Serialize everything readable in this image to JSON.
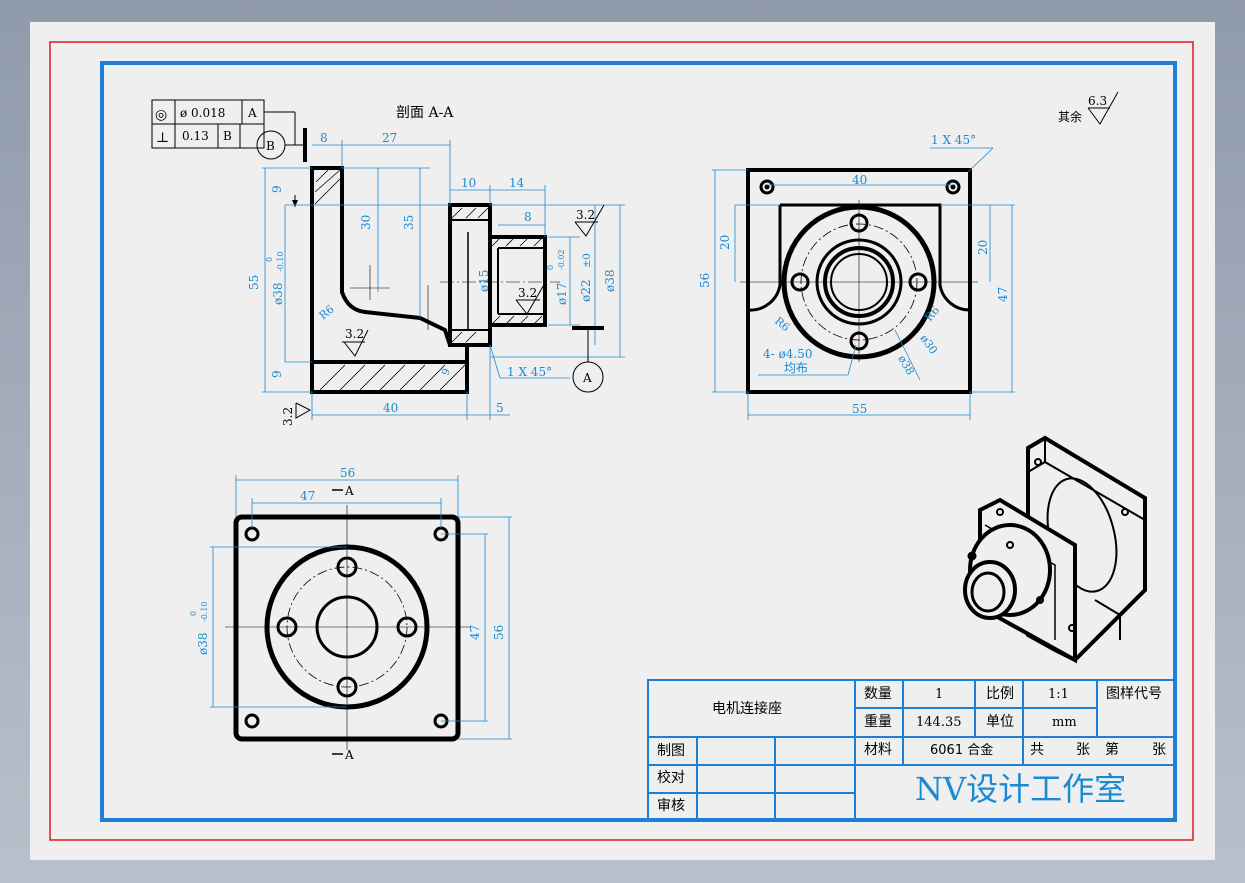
{
  "colors": {
    "paper": "#efefef",
    "frame_red": "#e01818",
    "frame_blue": "#1f7fd6",
    "dim": "#1a8ad4",
    "line": "#000000"
  },
  "section_label": "剖面 A-A",
  "fcf": {
    "row1": {
      "sym": "◎",
      "tol": "ø 0.018",
      "datum": "A"
    },
    "row2": {
      "sym": "⊥",
      "tol": "0.13",
      "datum": "B"
    }
  },
  "datum_b": "B",
  "datum_a": "A",
  "roughness": {
    "rest_label": "其余",
    "rest_value": "6.3",
    "val": "3.2"
  },
  "section_dims": {
    "d8": "8",
    "d27": "27",
    "d9": "9",
    "d55": "55",
    "d38": "ø38",
    "d38_tol_upper": "0",
    "d38_tol_lower": "-0.10",
    "d30": "30",
    "d35": "35",
    "d10": "10",
    "d14": "14",
    "d8b": "8",
    "d15": "ø15",
    "d17": "ø17",
    "d17_tol_upper": "0",
    "d17_tol_lower": "-0.02",
    "d22": "ø22",
    "d22_tol": "±0",
    "d38b": "ø38",
    "r6": "R6",
    "d9b": "9",
    "d40": "40",
    "d5": "5",
    "chamfer": "1 X 45°",
    "d9c": "9"
  },
  "front_dims": {
    "chamfer": "1 X 45°",
    "d40": "40",
    "d20a": "20",
    "d20b": "20",
    "d56": "56",
    "d47": "47",
    "d55": "55",
    "r6a": "R6",
    "r6b": "R6",
    "holes": "4- ø4.50",
    "holes_note": "均布",
    "d30": "ø30",
    "d38": "ø38"
  },
  "bottom_dims": {
    "d56": "56",
    "d47": "47",
    "d38": "ø38",
    "tol_upper": "0",
    "tol_lower": "-0.10",
    "d47b": "47",
    "d56b": "56",
    "sec_a": "A"
  },
  "title_block": {
    "part_name": "电机连接座",
    "qty_label": "数量",
    "qty": "1",
    "scale_label": "比例",
    "scale": "1:1",
    "drawing_no_label": "图样代号",
    "weight_label": "重量",
    "weight": "144.35",
    "unit_label": "单位",
    "unit": "mm",
    "material_label": "材料",
    "material": "6061 合金",
    "sheet_total": "共",
    "sheet_word": "张",
    "sheet_no": "第",
    "sheet_word2": "张",
    "drawn_label": "制图",
    "checked_label": "校对",
    "approved_label": "审核",
    "company": "NV设计工作室"
  }
}
